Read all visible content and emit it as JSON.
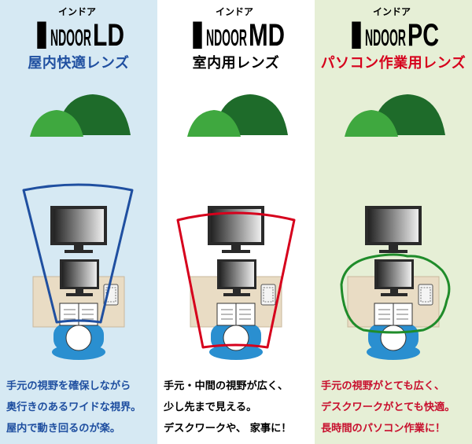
{
  "colors": {
    "ld": "#1f4fa0",
    "md": "#d6001c",
    "pc": "#1f8c2a",
    "red_text": "#c8102e",
    "hill_dark": "#1e6b2a",
    "hill_light": "#3fa83f",
    "desk": "#e9dcc4",
    "person": "#2a8fd0"
  },
  "panels": [
    {
      "id": "ld",
      "ruby": "インドア",
      "big_initial": "I",
      "logo_word": "NDOOR",
      "logo_suffix": "LD",
      "subtitle": "屋内快適レンズ",
      "desc_lines": [
        "手元の視野を確保しながら",
        "奥行きのあるワイドな視界。",
        "屋内で動き回るのが楽。"
      ]
    },
    {
      "id": "md",
      "ruby": "インドア",
      "big_initial": "I",
      "logo_word": "NDOOR",
      "logo_suffix": "MD",
      "subtitle": "室内用レンズ",
      "desc_lines": [
        "手元・中間の視野が広く、",
        "少し先まで見える。",
        "デスクワークや、 家事に！"
      ]
    },
    {
      "id": "pc",
      "ruby": "インドア",
      "big_initial": "I",
      "logo_word": "NDOOR",
      "logo_suffix": "PC",
      "subtitle": "パソコン作業用レンズ",
      "desc_lines": [
        "手元の視野がとても広く、",
        "デスクワークがとても快適。",
        "長時間のパソコン作業に！"
      ]
    }
  ]
}
